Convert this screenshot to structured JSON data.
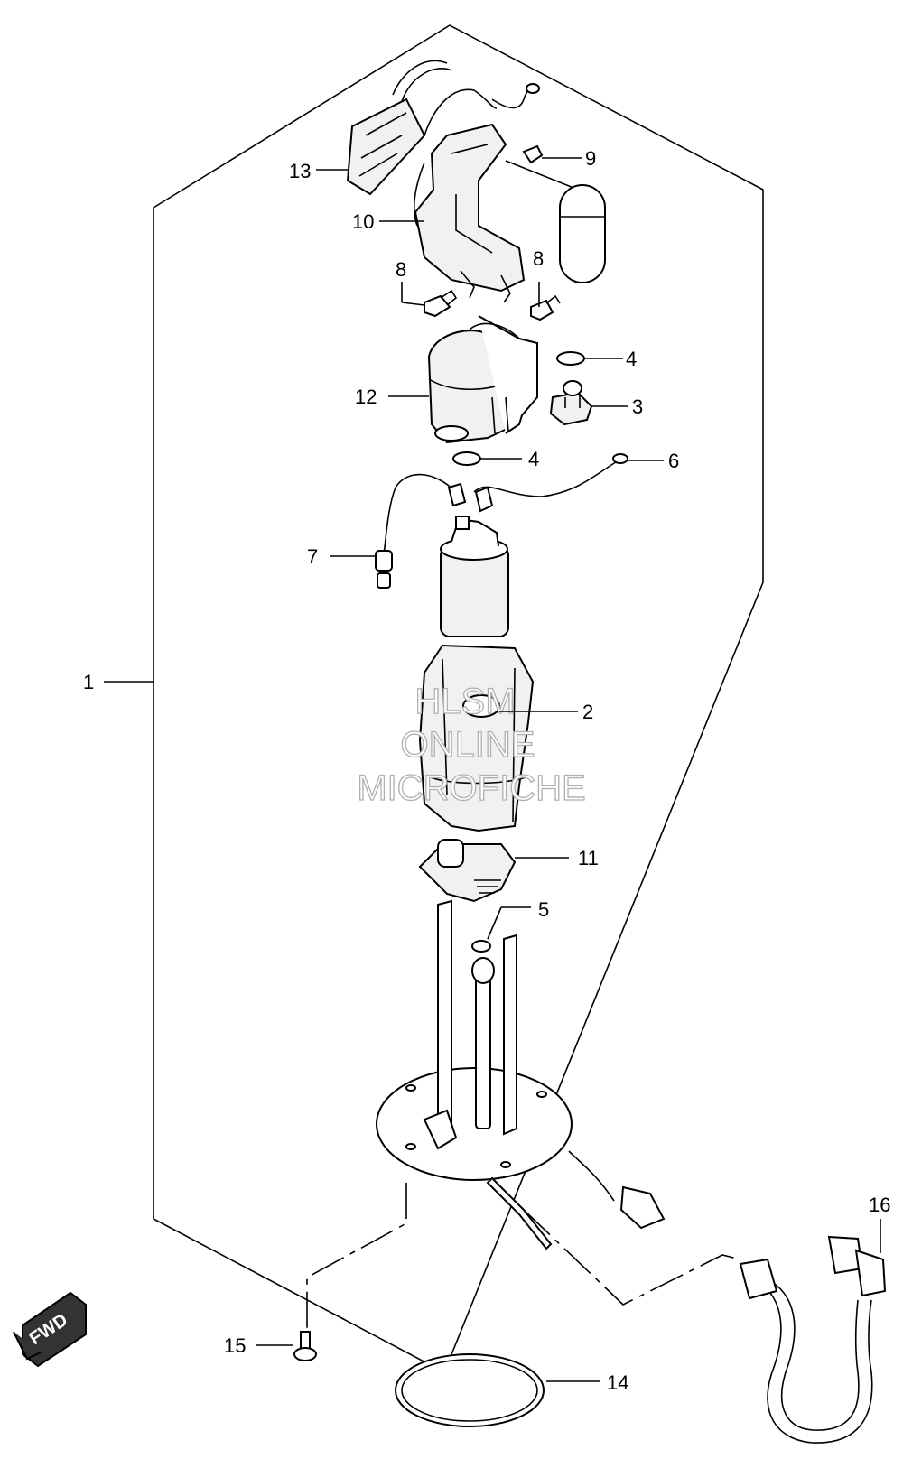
{
  "callouts": [
    "1",
    "2",
    "3",
    "4",
    "4",
    "5",
    "6",
    "7",
    "8",
    "8",
    "9",
    "10",
    "11",
    "12",
    "13",
    "14",
    "15",
    "16"
  ],
  "watermark": [
    "HLSM",
    "ONLINE",
    "MICROFICHE"
  ],
  "direction_badge": "FWD"
}
